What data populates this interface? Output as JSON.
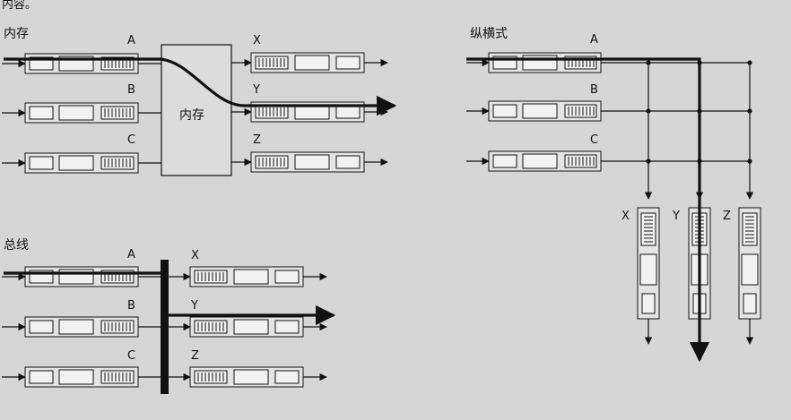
{
  "fragment_text": "内容。",
  "panels": {
    "memory": {
      "title": "内存",
      "inputs": [
        "A",
        "B",
        "C"
      ],
      "outputs": [
        "X",
        "Y",
        "Z"
      ],
      "switch_label": "内存"
    },
    "bus": {
      "title": "总线",
      "inputs": [
        "A",
        "B",
        "C"
      ],
      "outputs": [
        "X",
        "Y",
        "Z"
      ]
    },
    "crossbar": {
      "title": "纵横式",
      "inputs": [
        "A",
        "B",
        "C"
      ],
      "outputs": [
        "X",
        "Y",
        "Z"
      ]
    }
  },
  "colors": {
    "background": "#d6d6d6",
    "port_fill": "#e4e4e4",
    "box_fill": "#f2f2f2",
    "ink": "#111111"
  }
}
